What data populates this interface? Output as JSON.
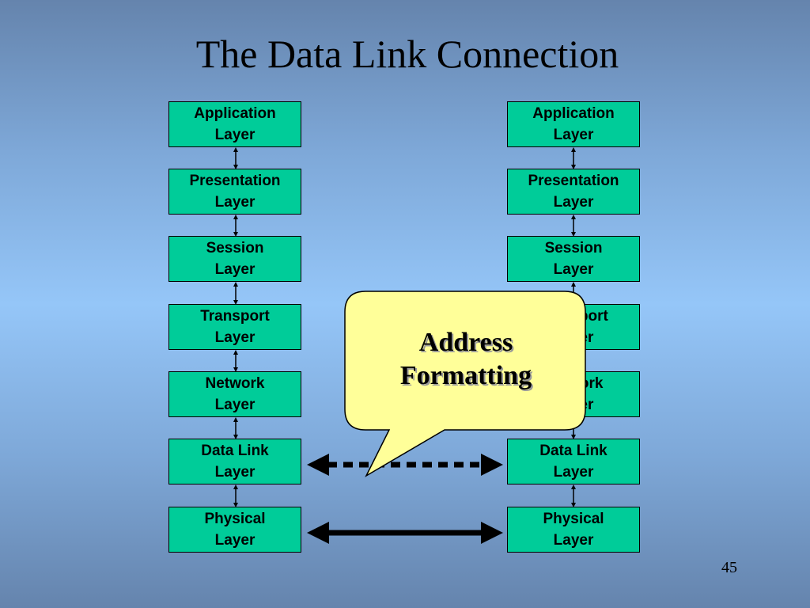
{
  "slide": {
    "title": "The Data Link Connection",
    "page_number": "45"
  },
  "left_stack": [
    {
      "line1": "Application",
      "line2": "Layer"
    },
    {
      "line1": "Presentation",
      "line2": "Layer"
    },
    {
      "line1": "Session",
      "line2": "Layer"
    },
    {
      "line1": "Transport",
      "line2": "Layer"
    },
    {
      "line1": "Network",
      "line2": "Layer"
    },
    {
      "line1": "Data Link",
      "line2": "Layer"
    },
    {
      "line1": "Physical",
      "line2": "Layer"
    }
  ],
  "right_stack": [
    {
      "line1": "Application",
      "line2": "Layer"
    },
    {
      "line1": "Presentation",
      "line2": "Layer"
    },
    {
      "line1": "Session",
      "line2": "Layer"
    },
    {
      "line1": "Transport",
      "line2": "Layer"
    },
    {
      "line1": "Network",
      "line2": "Layer"
    },
    {
      "line1": "Data Link",
      "line2": "Layer"
    },
    {
      "line1": "Physical",
      "line2": "Layer"
    }
  ],
  "callout": {
    "line1": "Address",
    "line2": "Formatting"
  },
  "colors": {
    "layer_box": "#00cc99",
    "callout_fill": "#ffff99"
  }
}
